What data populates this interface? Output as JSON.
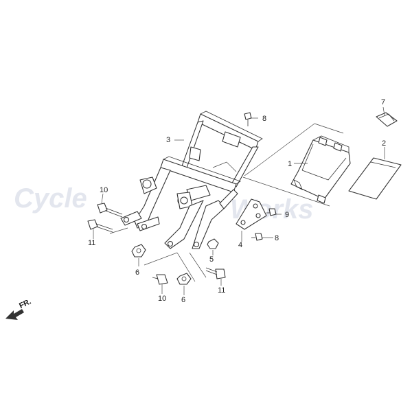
{
  "watermark": {
    "line1": "Cycle",
    "line2": "Works"
  },
  "direction_label": "FR.",
  "callouts": {
    "c1": "1",
    "c2": "2",
    "c3": "3",
    "c4": "4",
    "c5": "5",
    "c6a": "6",
    "c6b": "6",
    "c7": "7",
    "c8a": "8",
    "c8b": "8",
    "c9": "9",
    "c10a": "10",
    "c10b": "10",
    "c11a": "11",
    "c11b": "11"
  },
  "colors": {
    "line": "#333333",
    "watermark": "#e3e6ee",
    "background": "#ffffff"
  }
}
